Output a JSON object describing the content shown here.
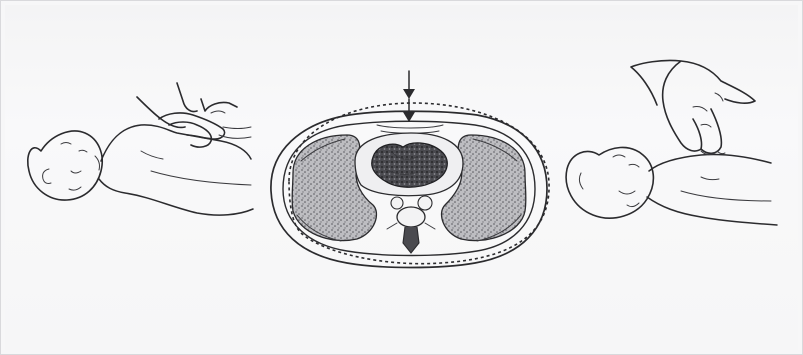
{
  "figure": {
    "panels": [
      {
        "id": "infant-two-thumb",
        "icon": "infant-chest-compression-two-thumb-illustration"
      },
      {
        "id": "cross-section",
        "icon": "thorax-cross-section-illustration"
      },
      {
        "id": "infant-two-finger",
        "icon": "infant-chest-compression-two-finger-illustration"
      }
    ],
    "colors": {
      "ink": "#2b2b2e",
      "paper": "#f6f6f7",
      "tissue": "#9a9a9e"
    }
  }
}
